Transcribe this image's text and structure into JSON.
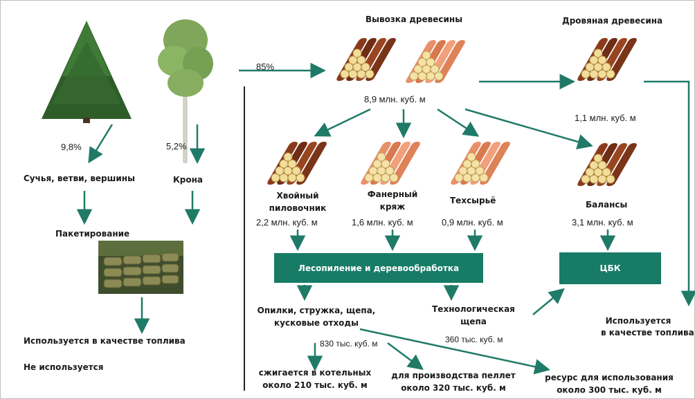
{
  "colors": {
    "arrow": "#1f7a67",
    "box": "#177b66",
    "softwood": "#8a3a1c",
    "plywood": "#e8906a"
  },
  "trees": {
    "conifer_pct": "9,8%",
    "birch_pct": "5,2%"
  },
  "left": {
    "branches": "Сучья, ветви, вершины",
    "crown": "Крона",
    "baling": "Пакетирование",
    "used_as_fuel": "Используется в качестве топлива",
    "not_used": "Не используется"
  },
  "flow": {
    "pct_85": "85%",
    "removal_title": "Вывозка древесины",
    "removal_volume": "8,9 млн. куб. м",
    "firewood_title": "Дровяная древесина",
    "firewood_volume": "1,1 млн. куб. м"
  },
  "assortments": [
    {
      "name_line1": "Хвойный",
      "name_line2": "пиловочник",
      "volume": "2,2 млн. куб. м"
    },
    {
      "name_line1": "Фанерный",
      "name_line2": "кряж",
      "volume": "1,6 млн. куб. м"
    },
    {
      "name_line1": "Техсырьё",
      "name_line2": "",
      "volume": "0,9 млн. куб. м"
    },
    {
      "name_line1": "Балансы",
      "name_line2": "",
      "volume": "3,1 млн. куб. м"
    }
  ],
  "boxes": {
    "sawmill": "Лесопиление и деревообработка",
    "pulp": "ЦБК"
  },
  "outputs": {
    "waste_line1": "Опилки, стружка, щепа,",
    "waste_line2": "кусковые отходы",
    "waste_volume": "830 тыс. куб. м",
    "chips_line1": "Технологическая",
    "chips_line2": "щепа",
    "chips_volume": "360 тыс. куб. м",
    "boilers_line1": "сжигается в котельных",
    "boilers_line2": "около 210 тыс. куб. м",
    "pellets_line1": "для производства пеллет",
    "pellets_line2": "около 320 тыс. куб. м",
    "resource_line1": "ресурс для использования",
    "resource_line2": "около 300 тыс. куб. м",
    "fuel_right_line1": "Используется",
    "fuel_right_line2": "в качестве топлива"
  }
}
